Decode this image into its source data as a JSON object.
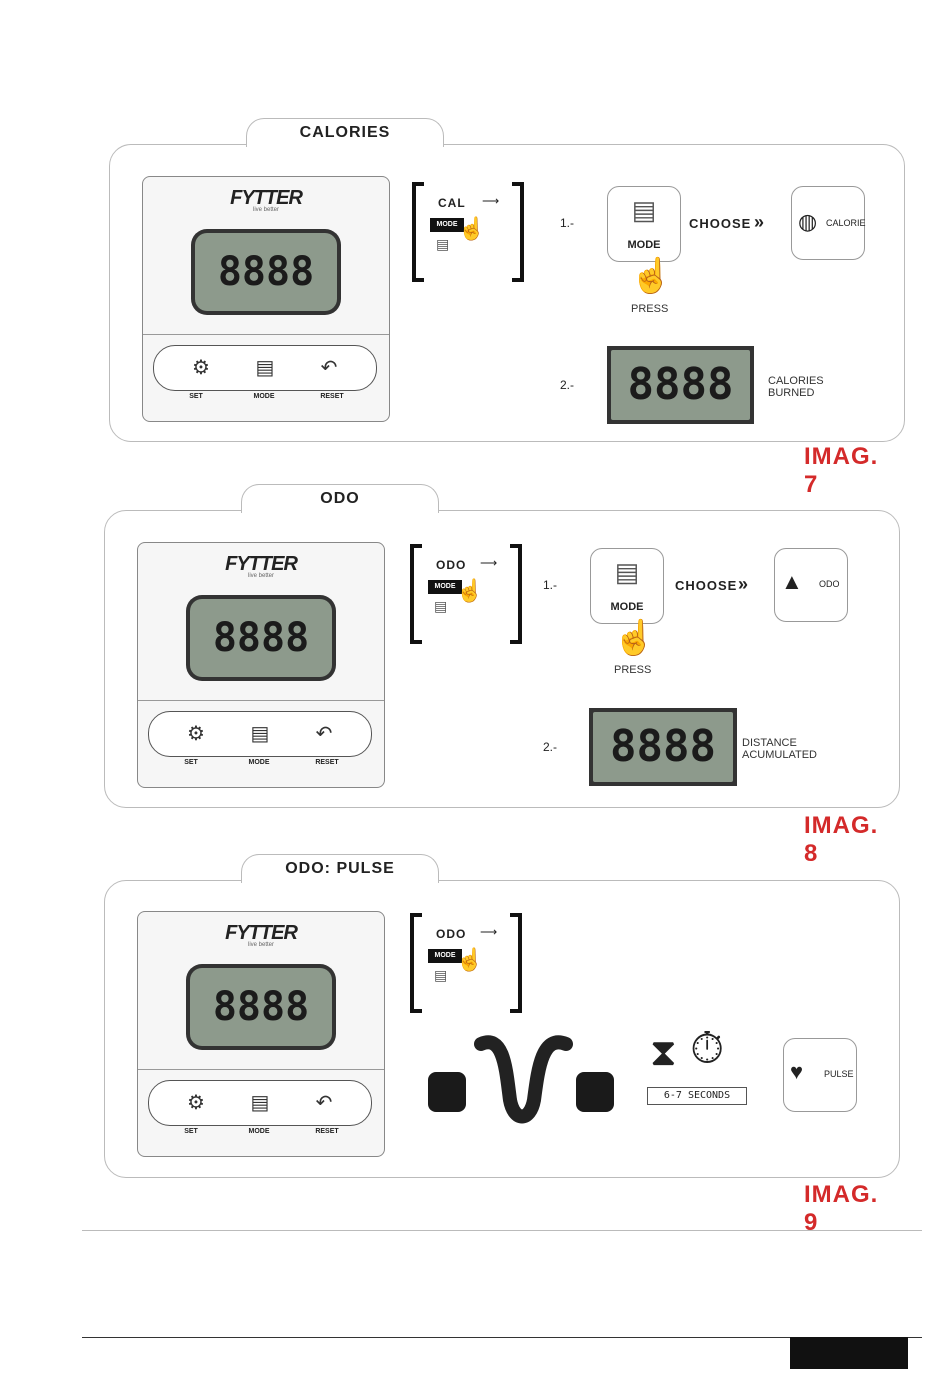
{
  "brand": {
    "name": "FYTTER",
    "tagline": "live better"
  },
  "display_digits": "8888",
  "console_buttons": {
    "set": "SET",
    "mode": "MODE",
    "reset": "RESET"
  },
  "legend_mode_label": "MODE",
  "panels": [
    {
      "title": "CALORIES",
      "figure": "IMAG. 7",
      "legend_label": "CAL",
      "step1": "1.-",
      "step2": "2.-",
      "mode_label": "MODE",
      "press": "PRESS",
      "choose": "CHOOSE",
      "result_label": "CALORIE",
      "lcd_caption": "CALORIES BURNED"
    },
    {
      "title": "ODO",
      "figure": "IMAG. 8",
      "legend_label": "ODO",
      "step1": "1.-",
      "step2": "2.-",
      "mode_label": "MODE",
      "press": "PRESS",
      "choose": "CHOOSE",
      "result_label": "ODO",
      "lcd_caption": "DISTANCE ACUMULATED"
    },
    {
      "title": "ODO: PULSE",
      "figure": "IMAG. 9",
      "legend_label": "ODO",
      "timer_text": "6-7 SECONDS",
      "result_label": "PULSE"
    }
  ]
}
